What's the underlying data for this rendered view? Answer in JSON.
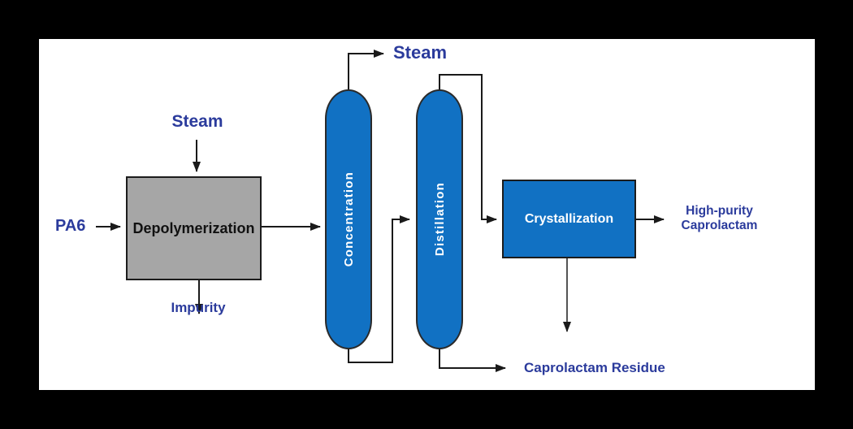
{
  "diagram": {
    "title_domain": "PA6 depolymerization caprolactam recovery process flow",
    "colors": {
      "frame": "#000000",
      "paper": "#ffffff",
      "vessel_blue": "#1171c3",
      "reactor_gray": "#a6a6a6",
      "stream_label_navy": "#2b3b9c",
      "line_black": "#1a1a1a"
    },
    "nodes": {
      "depolymerization": {
        "label": "Depolymerization",
        "shape": "rectangle",
        "fill": "gray"
      },
      "concentration": {
        "label": "Concentration",
        "shape": "vertical-column",
        "fill": "blue"
      },
      "distillation": {
        "label": "Distillation",
        "shape": "vertical-column",
        "fill": "blue"
      },
      "crystallization": {
        "label": "Crystallization",
        "shape": "rectangle",
        "fill": "blue"
      }
    },
    "streams": {
      "pa6": {
        "label": "PA6"
      },
      "steam_in": {
        "label": "Steam"
      },
      "steam_out": {
        "label": "Steam"
      },
      "impurity": {
        "label": "Impurity"
      },
      "caprolactam_residue": {
        "label": "Caprolactam Residue"
      },
      "high_purity": {
        "line1": "High-purity",
        "line2": "Caprolactam"
      }
    },
    "flows": [
      {
        "from": "PA6",
        "to": "Depolymerization"
      },
      {
        "from": "Steam",
        "to": "Depolymerization"
      },
      {
        "from": "Depolymerization",
        "to": "Impurity"
      },
      {
        "from": "Depolymerization",
        "to": "Concentration"
      },
      {
        "from": "Concentration",
        "to": "Steam (overhead)"
      },
      {
        "from": "Concentration (bottoms)",
        "to": "Distillation"
      },
      {
        "from": "Distillation (overhead)",
        "to": "Crystallization"
      },
      {
        "from": "Distillation (bottoms)",
        "to": "Caprolactam Residue"
      },
      {
        "from": "Crystallization",
        "to": "High-purity Caprolactam"
      },
      {
        "from": "Crystallization",
        "to": "purge (down)"
      }
    ]
  }
}
